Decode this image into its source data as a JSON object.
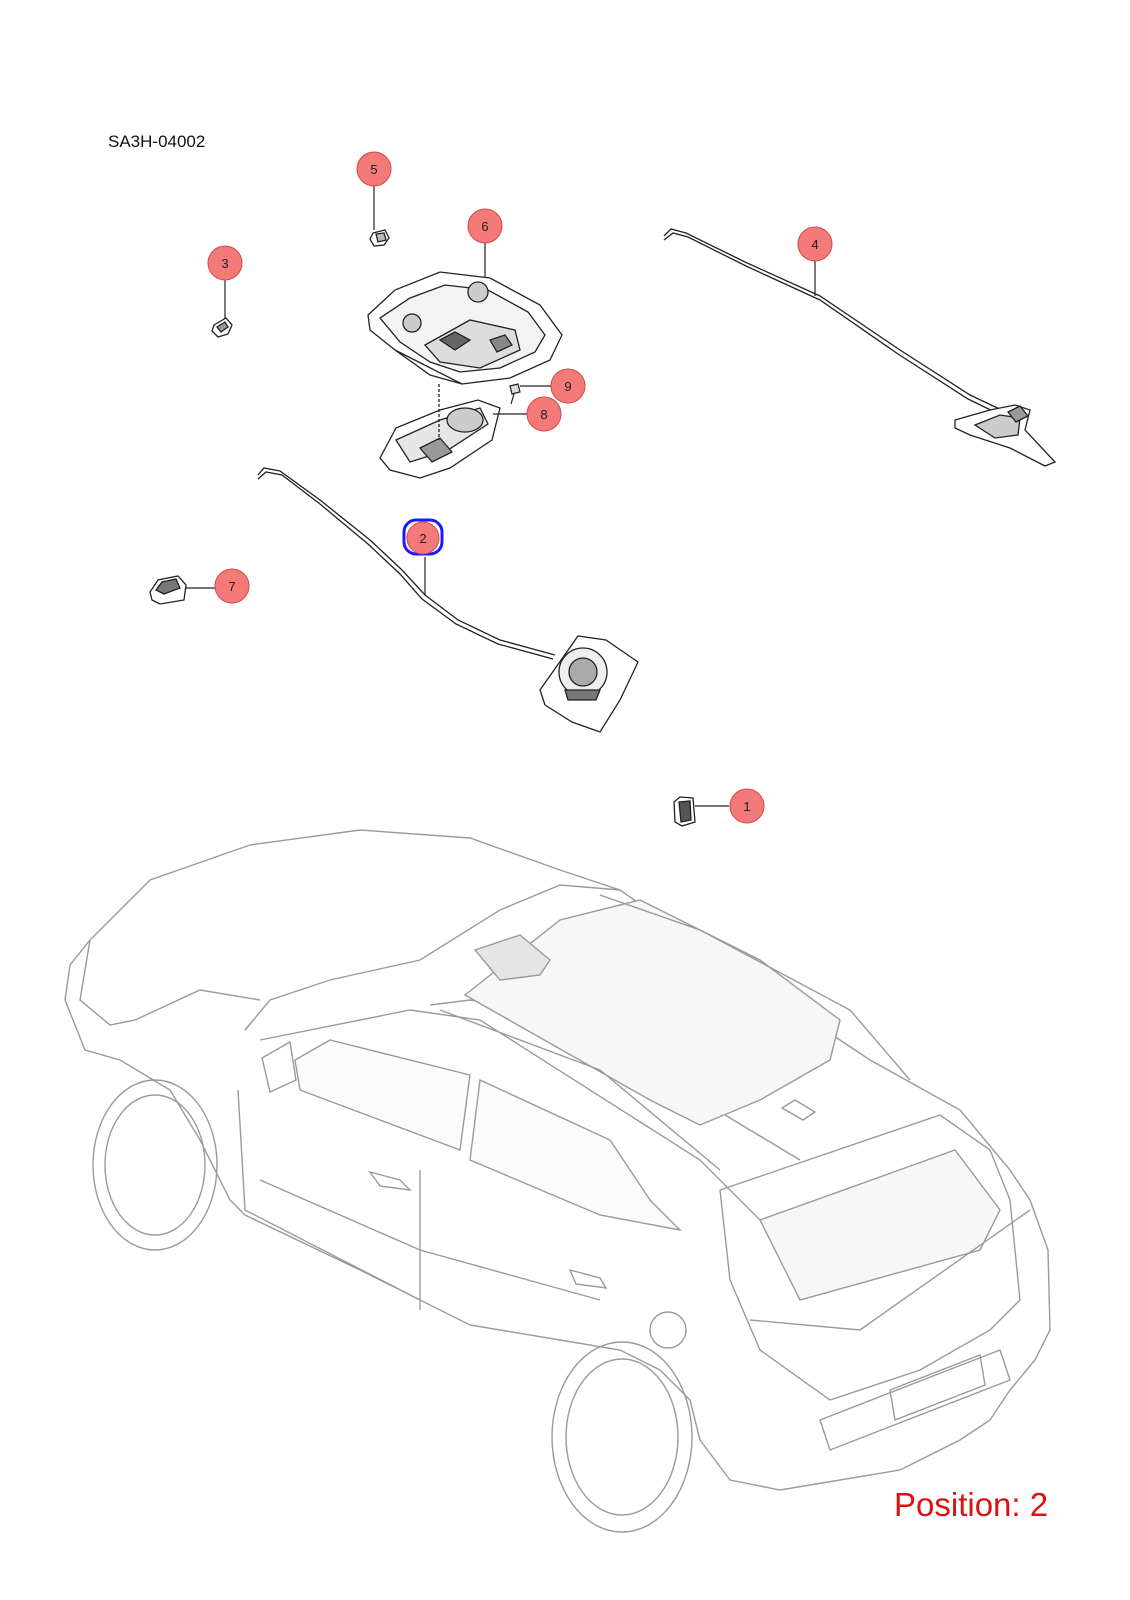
{
  "diagram_code": "SA3H-04002",
  "position_label": "Position: 2",
  "highlight_color": "#1a1aff",
  "callout_fill": "#f47a7a",
  "callouts": [
    {
      "id": "1",
      "label": "1"
    },
    {
      "id": "2",
      "label": "2",
      "selected": true
    },
    {
      "id": "3",
      "label": "3"
    },
    {
      "id": "4",
      "label": "4"
    },
    {
      "id": "5",
      "label": "5"
    },
    {
      "id": "6",
      "label": "6"
    },
    {
      "id": "7",
      "label": "7"
    },
    {
      "id": "8",
      "label": "8"
    },
    {
      "id": "9",
      "label": "9"
    }
  ]
}
